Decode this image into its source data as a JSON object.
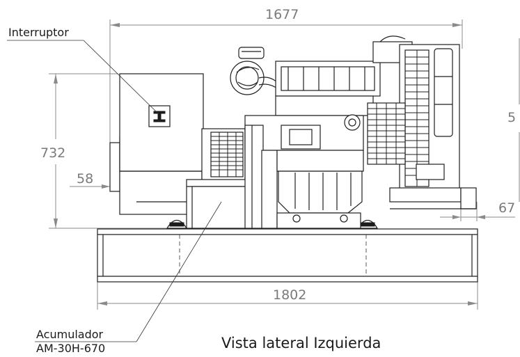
{
  "dimensions": {
    "overall_width_top": "1677",
    "height_left": "732",
    "offset_left": "58",
    "base_length": "1802",
    "right_offset": "67",
    "right_partial": "5"
  },
  "callouts": {
    "switch": "Interruptor",
    "accumulator_line1": "Acumulador",
    "accumulator_line2": "AM-30H-670"
  },
  "caption": "Vista lateral Izquierda"
}
